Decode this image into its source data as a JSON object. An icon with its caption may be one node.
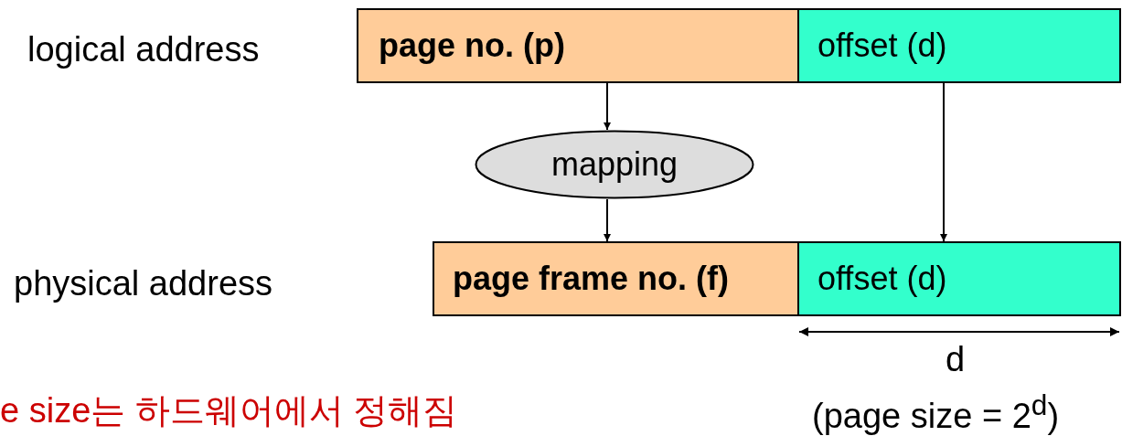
{
  "diagram": {
    "nodes": [
      {
        "text": [
          "page no. (p)"
        ]
      },
      {
        "text": [
          "offset (d)"
        ]
      },
      {
        "text": [
          "mapping"
        ]
      },
      {
        "text": [
          "page frame no. (f)"
        ]
      },
      {
        "text": [
          "offset (d)"
        ]
      }
    ],
    "edges": [
      {
        "from": 0,
        "to": 2,
        "arrow": "to"
      },
      {
        "from": 2,
        "to": 3,
        "arrow": "to"
      },
      {
        "from": 1,
        "to": 4,
        "arrow": "to"
      }
    ],
    "labels": [
      "logical address",
      "physical address",
      "d",
      "(page size = 2$^{d}$)",
      "e size는 하드웨어에서 정해짐"
    ]
  }
}
